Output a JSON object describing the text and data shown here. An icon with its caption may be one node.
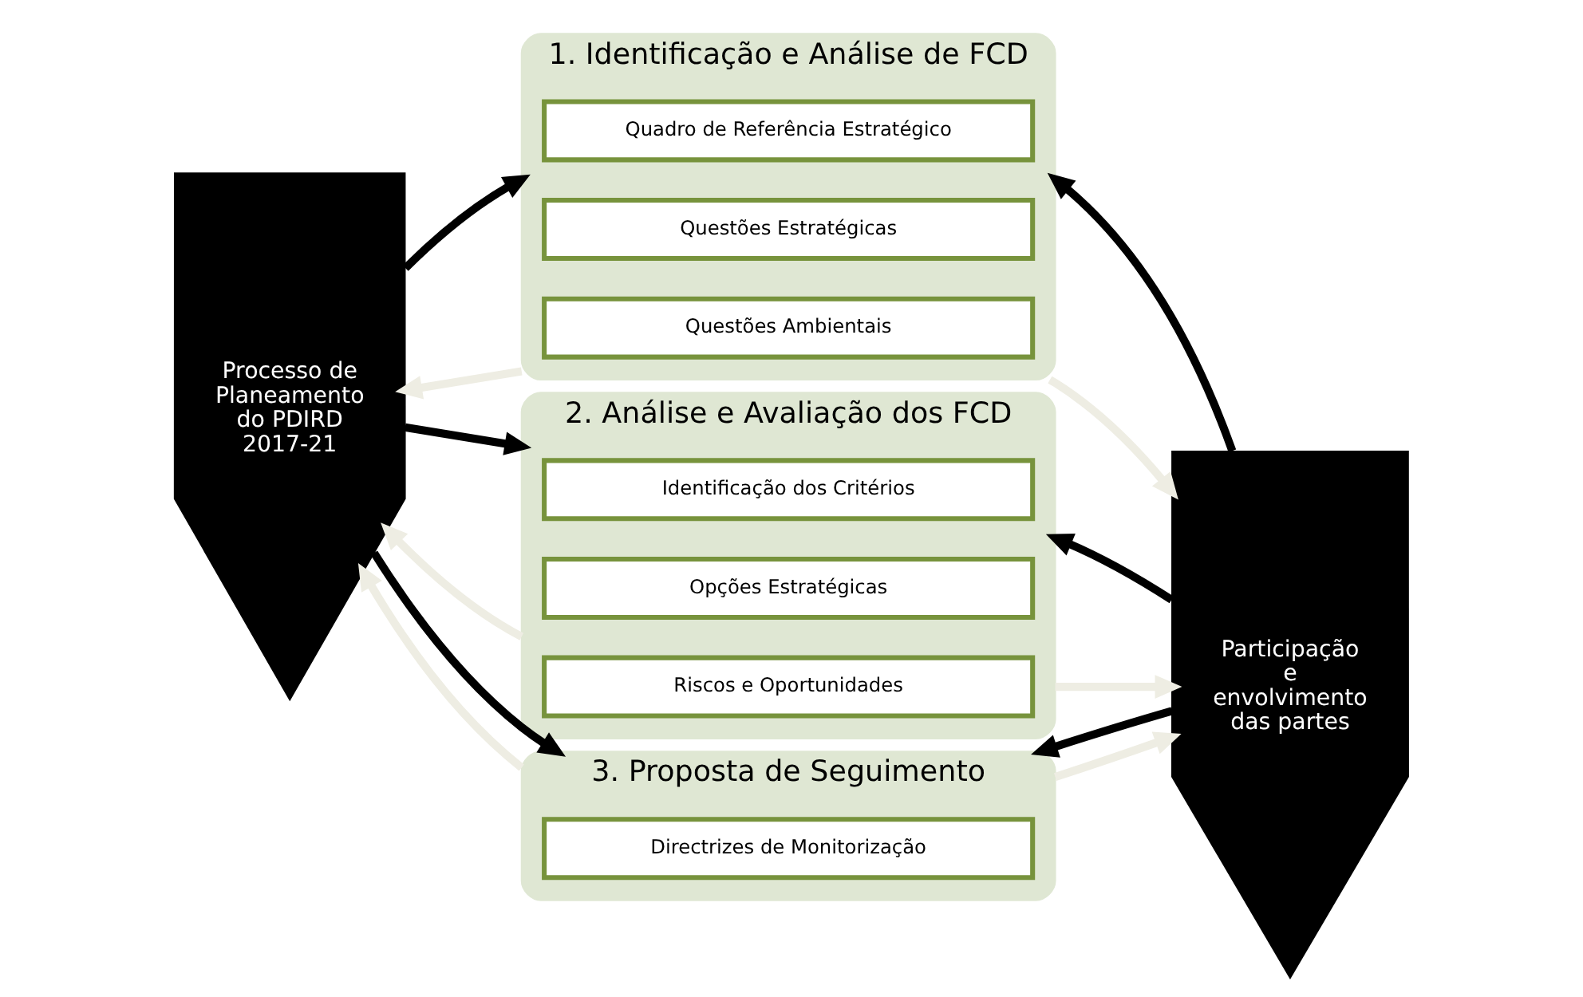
{
  "diagram": {
    "nodes": [
      {
        "text": [
          "Processo de Planeamento do PDIRD 2017-21"
        ]
      },
      {
        "text": [
          "1. Identificação e Análise de FCD"
        ]
      },
      {
        "text": [
          "Quadro de Referência Estratégico"
        ],
        "in": 1
      },
      {
        "text": [
          "Questões Estratégicas"
        ],
        "in": 1
      },
      {
        "text": [
          "Questões Ambientais"
        ],
        "in": 1
      },
      {
        "text": [
          "2. Análise e Avaliação dos FCD"
        ]
      },
      {
        "text": [
          "Identificação dos Critérios"
        ],
        "in": 5
      },
      {
        "text": [
          "Opções Estratégicas"
        ],
        "in": 5
      },
      {
        "text": [
          "Riscos e Oportunidades"
        ],
        "in": 5
      },
      {
        "text": [
          "3. Proposta de Seguimento"
        ]
      },
      {
        "text": [
          "Directrizes de Monitorização"
        ],
        "in": 9
      },
      {
        "text": [
          "Participação e envolvimento das partes"
        ]
      }
    ],
    "edges": [
      {
        "from": 0,
        "to": 1,
        "arrow": "to"
      },
      {
        "from": 1,
        "to": 0,
        "arrow": "to",
        "color": "#eeede3"
      },
      {
        "from": 1,
        "to": 11,
        "arrow": "to",
        "color": "#eeede3"
      },
      {
        "from": 11,
        "to": 1,
        "arrow": "to"
      },
      {
        "from": 0,
        "to": 5,
        "arrow": "to"
      },
      {
        "from": 5,
        "to": 0,
        "arrow": "to",
        "color": "#eeede3"
      },
      {
        "from": 5,
        "to": 11,
        "arrow": "to",
        "color": "#eeede3"
      },
      {
        "from": 11,
        "to": 5,
        "arrow": "to"
      },
      {
        "from": 0,
        "to": 9,
        "arrow": "to"
      },
      {
        "from": 9,
        "to": 0,
        "arrow": "to",
        "color": "#eeede3"
      },
      {
        "from": 9,
        "to": 11,
        "arrow": "to",
        "color": "#eeede3"
      },
      {
        "from": 11,
        "to": 9,
        "arrow": "to"
      }
    ]
  }
}
